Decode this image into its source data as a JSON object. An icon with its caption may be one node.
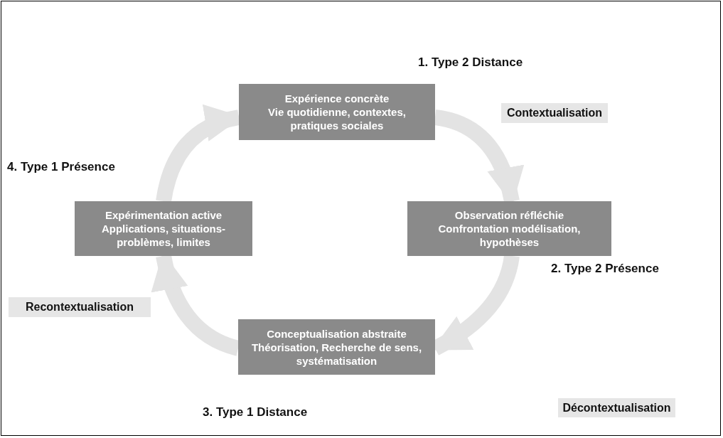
{
  "diagram": {
    "nodes": [
      {
        "text": [
          "Expérience concrète",
          "Vie quotidienne, contextes, pratiques sociales"
        ]
      },
      {
        "text": [
          "Contextualisation"
        ]
      },
      {
        "text": [
          "Expérimentation active",
          "Applications, situations-problèmes, limites"
        ]
      },
      {
        "text": [
          "Observation réfléchie",
          "Confrontation modélisation, hypothèses"
        ]
      },
      {
        "text": [
          "Recontextualisation"
        ]
      },
      {
        "text": [
          "Conceptualisation abstraite",
          "Théorisation, Recherche de sens, systématisation"
        ]
      },
      {
        "text": [
          "Décontextualisation"
        ]
      }
    ],
    "edges": [
      {
        "from": 0,
        "to": 3,
        "arrow": "to"
      },
      {
        "from": 3,
        "to": 5,
        "arrow": "to"
      },
      {
        "from": 5,
        "to": 2,
        "arrow": "to"
      },
      {
        "from": 2,
        "to": 0,
        "arrow": "to"
      }
    ],
    "labels": [
      "1. Type 2 Distance",
      "4. Type 1 Présence",
      "2. Type 2 Présence",
      "3. Type 1 Distance"
    ]
  }
}
